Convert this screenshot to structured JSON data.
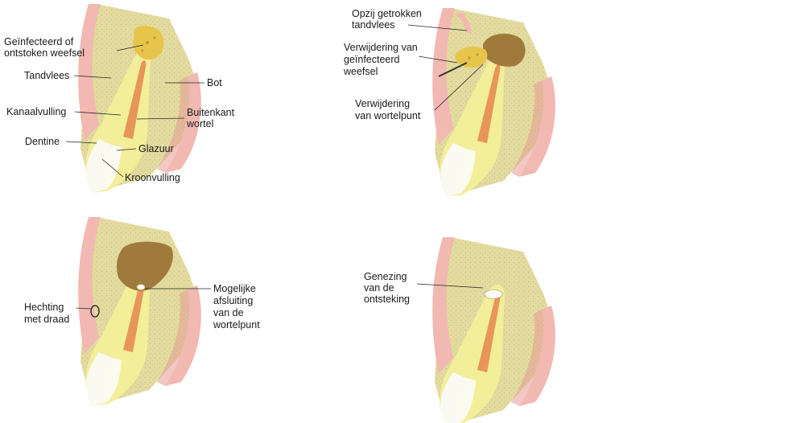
{
  "panels": {
    "p1": {
      "labels": {
        "infected": [
          "Geïnfecteerd of",
          "ontstoken weefsel"
        ],
        "tandvlees": "Tandvlees",
        "bot": "Bot",
        "kanaalvulling": "Kanaalvulling",
        "buitenkant": [
          "Buitenkant",
          "wortel"
        ],
        "dentine": "Dentine",
        "glazuur": "Glazuur",
        "kroonvulling": "Kroonvulling"
      }
    },
    "p2": {
      "labels": {
        "opzij": [
          "Opzij getrokken",
          "tandvlees"
        ],
        "verwijdering_weefsel": [
          "Verwijdering van",
          "geïnfecteerd",
          "weefsel"
        ],
        "verwijdering_wortelpunt": [
          "Verwijdering",
          "van wortelpunt"
        ]
      }
    },
    "p3": {
      "labels": {
        "hechting": [
          "Hechting",
          "met draad"
        ],
        "afsluiting": [
          "Mogelijke",
          "afsluiting",
          "van de",
          "wortelpunt"
        ]
      }
    },
    "p4": {
      "labels": {
        "genezing": [
          "Genezing",
          "van de",
          "ontsteking"
        ]
      }
    }
  },
  "colors": {
    "bone": "#e3dba0",
    "bone_dots": "#c9bd78",
    "gum": "#f2b8b2",
    "gum_dark": "#e59b95",
    "dentin": "#f3ee9a",
    "enamel": "#fafaf2",
    "filling": "#e8955a",
    "infection": "#e7c44a",
    "cavity": "#a07a3c"
  }
}
